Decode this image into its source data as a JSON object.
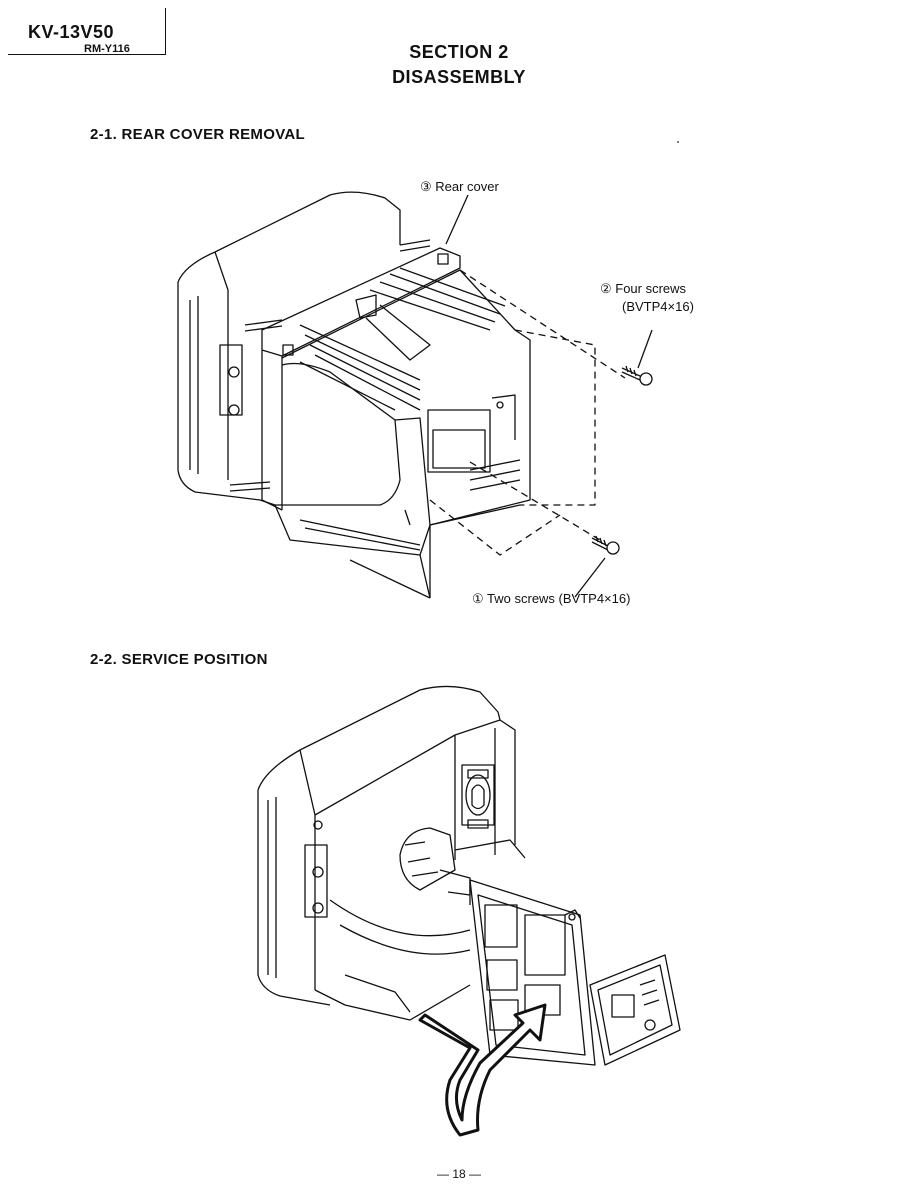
{
  "header": {
    "model": "KV-13V50",
    "remote": "RM-Y116"
  },
  "section": {
    "line1": "SECTION 2",
    "line2": "DISASSEMBLY"
  },
  "rear_cover_removal": {
    "heading": "2-1. REAR COVER REMOVAL",
    "label_rear_cover": "③ Rear cover",
    "label_four_screws_1": "② Four screws",
    "label_four_screws_2": "(BVTP4×16)",
    "label_two_screws": "① Two screws (BVTP4×16)"
  },
  "service_position": {
    "heading": "2-2. SERVICE POSITION"
  },
  "footer": {
    "page_number": "— 18 —"
  }
}
